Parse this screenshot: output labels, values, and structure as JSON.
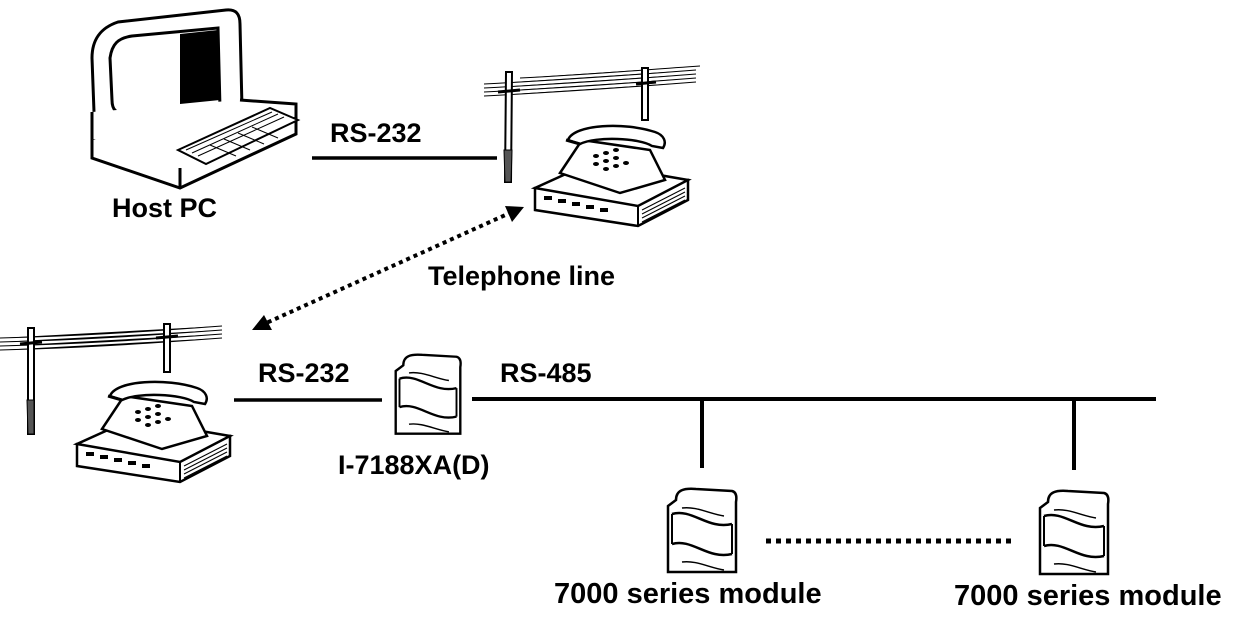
{
  "labels": {
    "host_pc": "Host PC",
    "rs232_top": "RS-232",
    "telephone_line": "Telephone line",
    "rs232_bottom": "RS-232",
    "rs485": "RS-485",
    "i7188": "I-7188XA(D)",
    "module_1": "7000 series module",
    "module_2": "7000 series module"
  },
  "colors": {
    "line": "#000000",
    "background": "#ffffff"
  },
  "icons": {
    "host_pc": "desktop-computer-icon",
    "modem": "telephone-modem-icon",
    "pole": "telephone-pole-icon",
    "module": "io-module-icon"
  }
}
